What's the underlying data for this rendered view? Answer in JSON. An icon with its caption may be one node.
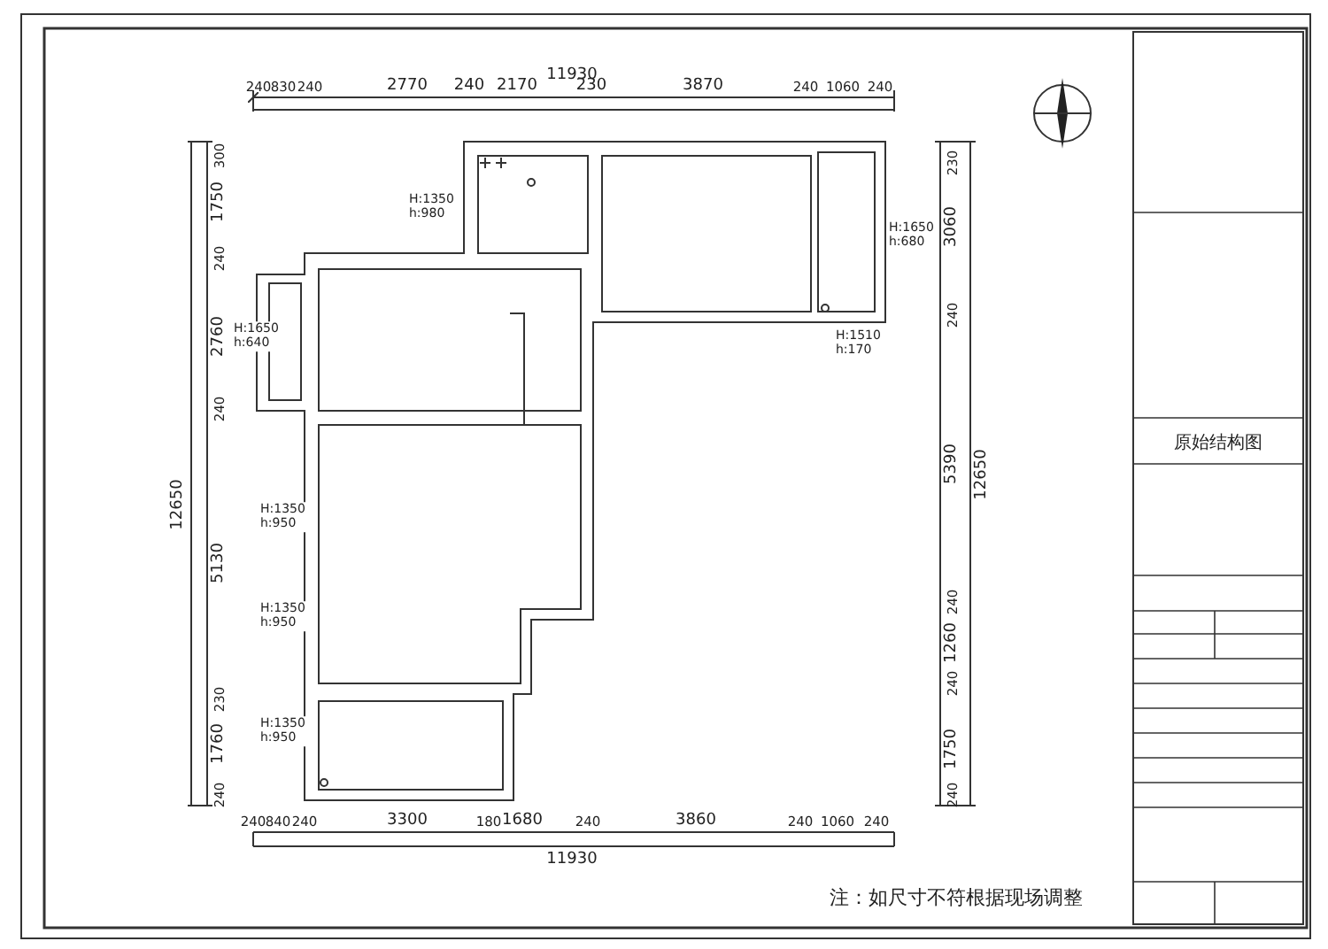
{
  "diagram": {
    "labels": [
      "11930",
      "240",
      "830",
      "240",
      "2770",
      "240",
      "2170",
      "230",
      "3870",
      "240",
      "1060",
      "240",
      "300",
      "1750",
      "240",
      "2760",
      "240",
      "12650",
      "5130",
      "230",
      "1760",
      "240",
      "230",
      "3060",
      "240",
      "5390",
      "12650",
      "240",
      "1260",
      "240",
      "1750",
      "240",
      "H:1350 h:980",
      "H:1650 h:640",
      "H:1650 h:680",
      "H:1510 h:170",
      "H:1350 h:950",
      "H:1350 h:950",
      "H:1350 h:950",
      "240",
      "840",
      "240",
      "3300",
      "180",
      "1680",
      "240",
      "3860",
      "240",
      "1060",
      "240",
      "11930",
      "原始结构图",
      "注：如尺寸不符根据现场调整"
    ]
  }
}
